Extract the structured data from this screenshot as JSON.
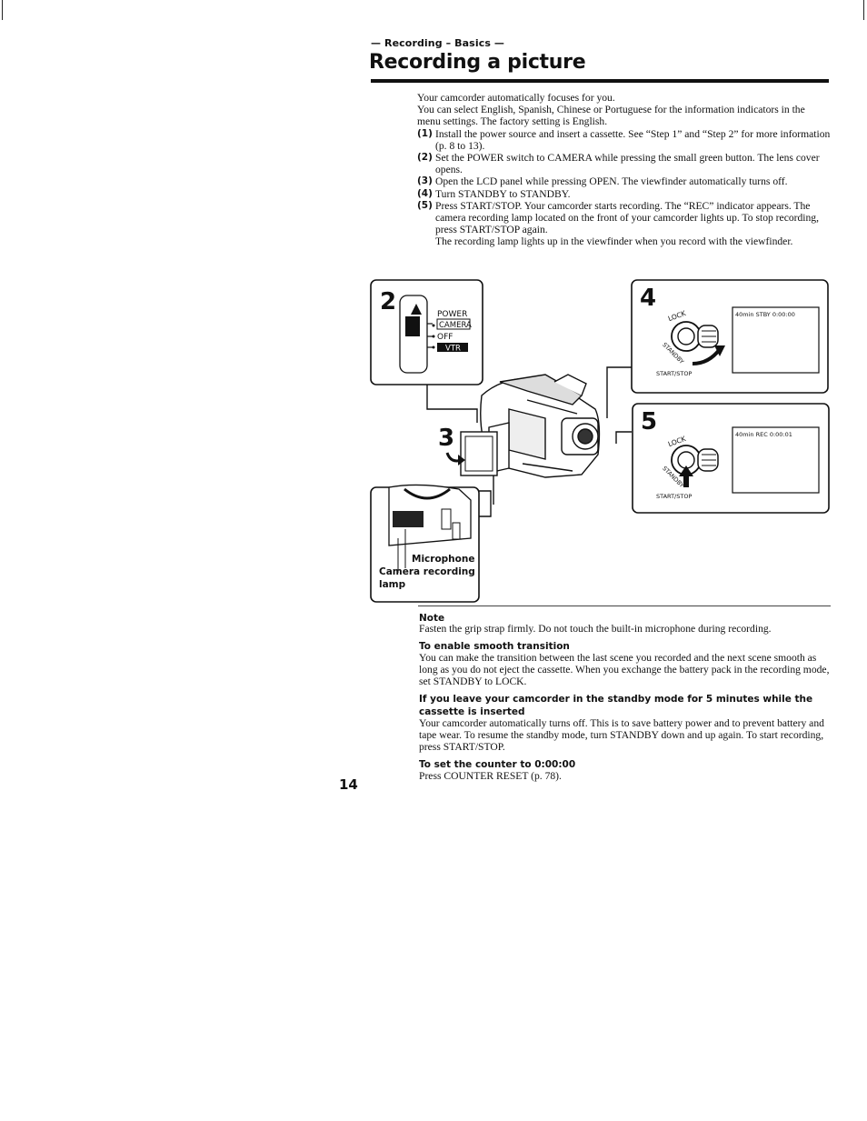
{
  "header": {
    "section_label": "— Recording – Basics —",
    "title": "Recording a picture"
  },
  "intro": {
    "line1": "Your camcorder automatically focuses for you.",
    "line2": "You can select English, Spanish, Chinese or Portuguese for the information indicators in the menu settings. The factory setting is English."
  },
  "steps": [
    {
      "num": "(1)",
      "text": "Install the power source and insert a cassette. See “Step 1” and “Step 2” for more information (p. 8 to 13)."
    },
    {
      "num": "(2)",
      "text": "Set the POWER switch to CAMERA while pressing the small green button. The lens cover opens."
    },
    {
      "num": "(3)",
      "text": "Open the LCD panel while pressing OPEN. The viewfinder automatically turns off."
    },
    {
      "num": "(4)",
      "text": "Turn STANDBY to STANDBY."
    },
    {
      "num": "(5)",
      "text": "Press START/STOP. Your camcorder starts recording. The “REC” indicator appears. The camera recording lamp located on the front of your camcorder lights up. To stop recording, press START/STOP again.",
      "extra": "The recording lamp lights up in the viewfinder when you record with the viewfinder."
    }
  ],
  "figure": {
    "panel2": {
      "number": "2",
      "switch_label": "POWER",
      "options": [
        "CAMERA",
        "OFF",
        "VTR"
      ]
    },
    "panel3": {
      "number": "3"
    },
    "panel4": {
      "number": "4",
      "dial_lock": "LOCK",
      "dial_standby": "STANDBY",
      "button_label": "START/STOP",
      "display_text": "40min STBY 0:00:00"
    },
    "panel5": {
      "number": "5",
      "dial_lock": "LOCK",
      "dial_standby": "STANDBY",
      "button_label": "START/STOP",
      "display_text": "40min REC 0:00:01"
    },
    "callouts": {
      "microphone": "Microphone",
      "lamp_line1": "Camera recording",
      "lamp_line2": "lamp"
    }
  },
  "notes": [
    {
      "heading": "Note",
      "body": "Fasten the grip strap firmly. Do not touch the built-in microphone during recording."
    },
    {
      "heading": "To enable smooth transition",
      "body": "You can make the transition between the last scene you recorded and the next scene smooth as long as you do not eject the cassette. When you exchange the battery pack in the recording mode, set STANDBY to LOCK."
    },
    {
      "heading": "If you leave your camcorder in the standby mode for 5 minutes while the cassette is inserted",
      "body": "Your camcorder automatically turns off. This is to save battery power and to prevent battery and tape wear. To resume the standby mode, turn STANDBY down and up again. To start recording, press START/STOP."
    },
    {
      "heading": "To set the counter to 0:00:00",
      "body": "Press COUNTER RESET (p. 78)."
    }
  ],
  "page_number": "14"
}
